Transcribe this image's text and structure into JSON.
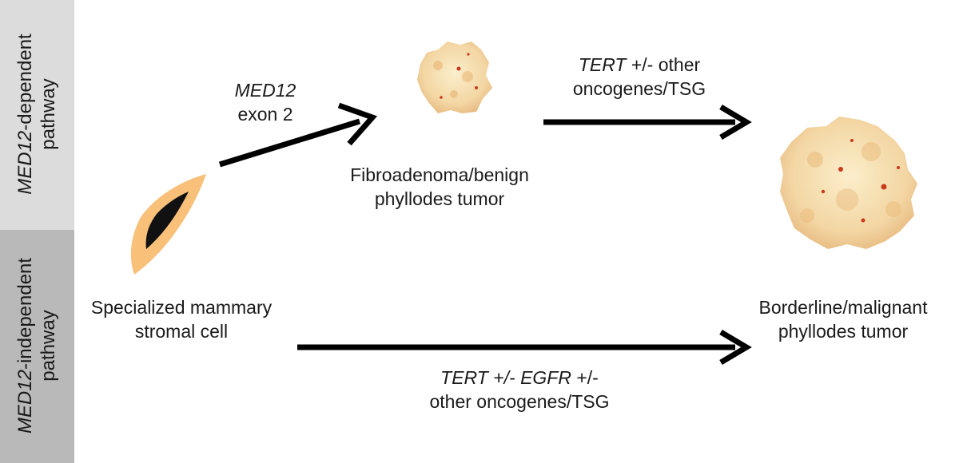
{
  "bands": {
    "top": {
      "gene": "MED12",
      "suffix": "-dependent",
      "line2": "pathway",
      "color": "#dcdcdc"
    },
    "bottom": {
      "gene": "MED12",
      "suffix": "-independent",
      "line2": "pathway",
      "color": "#b9b9b9"
    }
  },
  "nodes": {
    "cell": {
      "line1": "Specialized mammary",
      "line2": "stromal cell"
    },
    "benign": {
      "line1": "Fibroadenoma/benign",
      "line2": "phyllodes tumor"
    },
    "malignant": {
      "line1": "Borderline/malignant",
      "line2": "phyllodes tumor"
    }
  },
  "edges": {
    "med12": {
      "gene": "MED12",
      "line2": "exon 2"
    },
    "top_right": {
      "gene": "TERT",
      "rest1": " +/- other",
      "line2": "oncogenes/TSG"
    },
    "bottom": {
      "gene1": "TERT",
      "mid": " +/- ",
      "gene2": "EGFR",
      "tail": " +/-",
      "line2": "other oncogenes/TSG"
    }
  },
  "colors": {
    "cell_outer": "#f9c07a",
    "cell_nucleus": "#111111",
    "tumor_base": "#f6dfb4",
    "tumor_shade": "#e9b97a",
    "tumor_spot": "#c83a1c",
    "arrow": "#000000"
  }
}
